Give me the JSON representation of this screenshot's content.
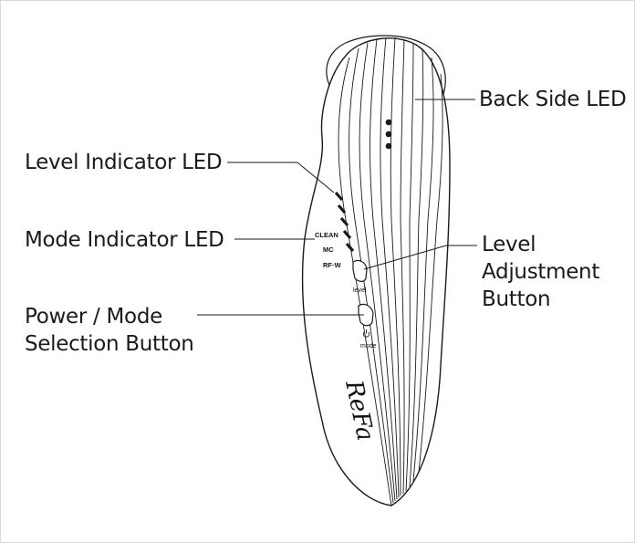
{
  "callouts": {
    "back_side_led": "Back Side LED",
    "level_indicator_led": "Level Indicator LED",
    "mode_indicator_led": "Mode Indicator LED",
    "level_adjustment_button": [
      "Level",
      "Adjustment",
      "Button"
    ],
    "power_mode_button": [
      "Power / Mode",
      "Selection Button"
    ]
  },
  "device_labels": {
    "mode_clean": "CLEAN",
    "mode_mc": "MC",
    "mode_rfw": "RF·W",
    "level_button": "level",
    "mode_button": "mode",
    "brand": "ReFa"
  },
  "colors": {
    "line": "#1a1a1a",
    "background": "#ffffff",
    "frame": "#d9d9d9"
  }
}
